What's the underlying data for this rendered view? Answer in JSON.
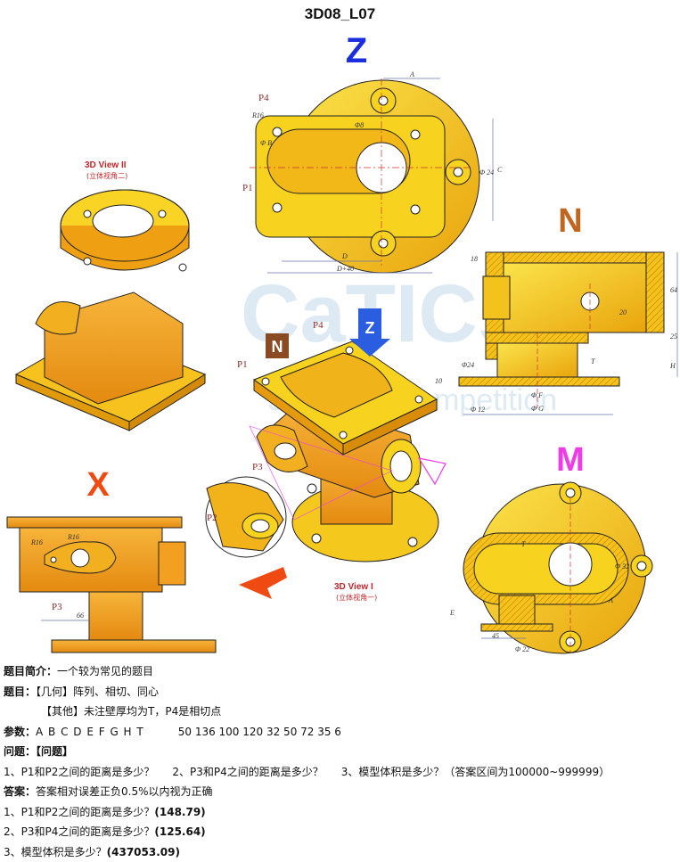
{
  "doc_title": "3D08_L07",
  "views": {
    "z": "Z",
    "n": "N",
    "x": "X",
    "m": "M",
    "view2_title": "3D View II",
    "view2_sub": "(立体视角二)",
    "view1_title": "3D View I",
    "view1_sub": "(立体视角一)",
    "watermark": "CaTICs",
    "watermark_sub": "3D digital competition"
  },
  "points": {
    "p1": "P1",
    "p2": "P2",
    "p3": "P3",
    "p4": "P4"
  },
  "dims": {
    "A": "A",
    "C": "C",
    "D": "D",
    "D40": "D+40",
    "R16": "R16",
    "phi8": "Φ8",
    "phiB": "Φ B",
    "phi24": "Φ 24",
    "d18": "18",
    "d64": "64",
    "d20": "20",
    "d25": "25",
    "H": "H",
    "T": "T",
    "phi24b": "Φ24",
    "d10": "10",
    "phi12": "Φ 12",
    "phiF": "Φ F",
    "phiG": "Φ G",
    "d66": "66",
    "E": "E",
    "d45": "45",
    "phi22": "Φ 22",
    "phi32": "Φ 32"
  },
  "intro": {
    "label": "题目简介：",
    "text": "一个较为常见的题目"
  },
  "topic": {
    "label": "题目：",
    "line1": "【几何】阵列、相切、同心",
    "line2": "【其他】未注壁厚均为T，P4是相切点"
  },
  "params": {
    "label": "参数：",
    "names": "A B C D E F G H T",
    "values": "50 136 100 120 32 50 72 35 6"
  },
  "question_header": {
    "label": "问题：",
    "text": "【问题】"
  },
  "questions": {
    "q1": "1、P1和P2之间的距离是多少？",
    "q2": "2、P3和P4之间的距离是多少？",
    "q3": "3、模型体积是多少？（答案区间为100000~999999）"
  },
  "answer_note": {
    "label": "答案：",
    "text": "答案相对误差正负0.5%以内视为正确"
  },
  "answers": [
    {
      "q": "1、P1和P2之间的距离是多少？",
      "v": "(148.79)"
    },
    {
      "q": "2、P3和P4之间的距离是多少？",
      "v": "(125.64)"
    },
    {
      "q": "3、模型体积是多少？",
      "v": "(437053.09)"
    }
  ],
  "colors": {
    "part": "#f7d21e",
    "part_dark": "#e8a10a",
    "orange": "#f59a1c",
    "blue": "#1a2ee0",
    "brown": "#b8561e",
    "magenta": "#f03ce8",
    "red": "#ef4a12"
  }
}
